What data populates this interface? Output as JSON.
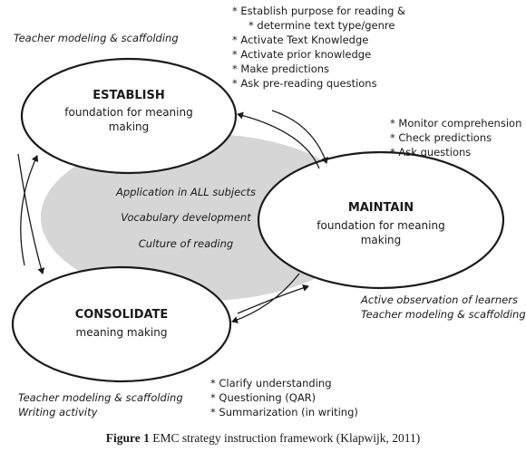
{
  "establish": {
    "title": "ESTABLISH",
    "subtitle": "foundation for meaning making",
    "top_note": "Teacher modeling & scaffolding",
    "bullets": [
      "Establish purpose for reading &",
      "determine text type/genre",
      "Activate Text Knowledge",
      "Activate prior knowledge",
      "Make predictions",
      "Ask pre-reading questions"
    ]
  },
  "maintain": {
    "title": "MAINTAIN",
    "subtitle": "foundation for meaning making",
    "bullets": [
      "Monitor comprehension",
      "Check predictions",
      "Ask questions"
    ],
    "notes": [
      "Active observation of learners",
      "Teacher modeling & scaffolding"
    ]
  },
  "consolidate": {
    "title": "CONSOLIDATE",
    "subtitle": "meaning making",
    "notes": [
      "Teacher modeling & scaffolding",
      "Writing activity"
    ],
    "bullets": [
      "Clarify understanding",
      "Questioning (QAR)",
      "Summarization (in writing)"
    ]
  },
  "center": {
    "items": [
      "Application in ALL subjects",
      "Vocabulary development",
      "Culture of reading"
    ]
  },
  "caption": {
    "label": "Figure 1",
    "text": "EMC strategy instruction framework (Klapwijk, 2011)"
  },
  "colors": {
    "center_fill": "#d6d6d6",
    "stroke": "#1a1a1a"
  }
}
